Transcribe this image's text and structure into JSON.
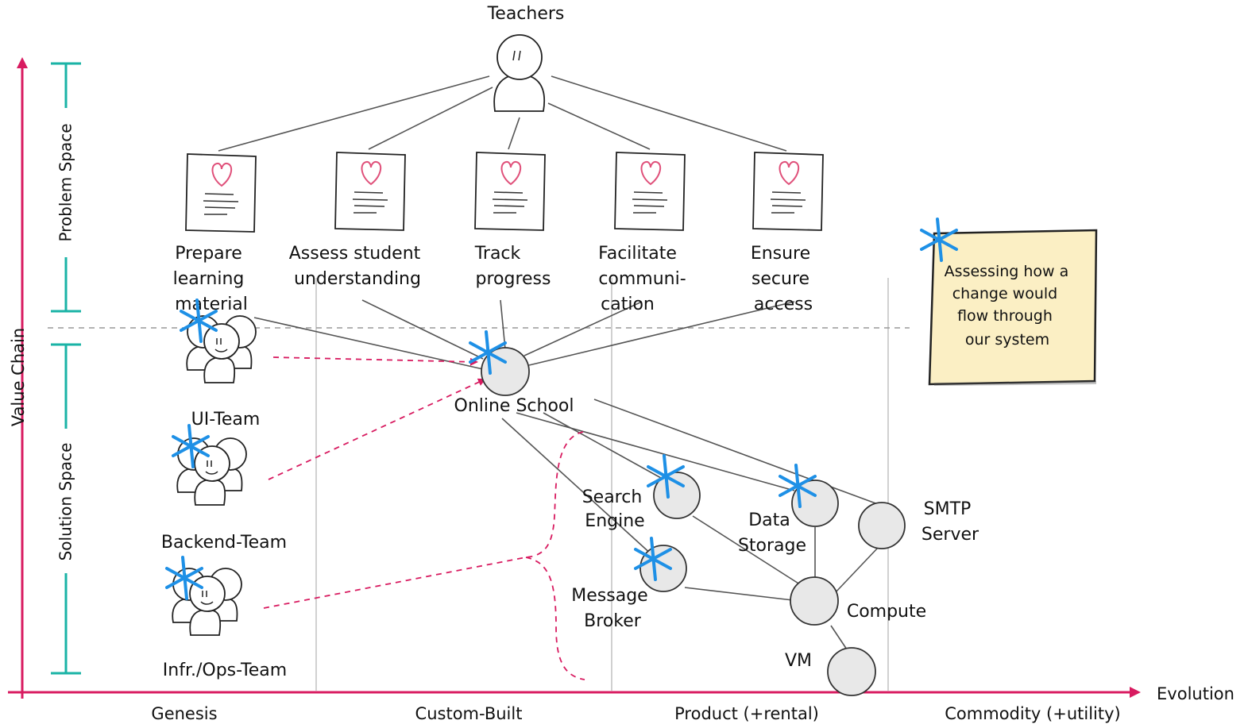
{
  "user": {
    "name": "Teachers",
    "icon": "person-icon"
  },
  "needs": [
    {
      "lines": [
        "Prepare",
        "learning",
        "material"
      ]
    },
    {
      "lines": [
        "Assess student",
        "understanding"
      ]
    },
    {
      "lines": [
        "Track",
        "progress"
      ]
    },
    {
      "lines": [
        "Facilitate",
        "communi-",
        "cation"
      ]
    },
    {
      "lines": [
        "Ensure",
        "secure",
        "access"
      ]
    }
  ],
  "teams": [
    {
      "name": "UI-Team"
    },
    {
      "name": "Backend-Team"
    },
    {
      "name": "Infr./Ops-Team"
    }
  ],
  "components": {
    "online_school": "Online School",
    "search_engine": [
      "Search",
      "Engine"
    ],
    "data_storage": [
      "Data",
      "Storage"
    ],
    "smtp_server": [
      "SMTP",
      "Server"
    ],
    "message_broker": [
      "Message",
      "Broker"
    ],
    "compute": "Compute",
    "vm": "VM"
  },
  "axes": {
    "y_label": "Value Chain",
    "x_label": "Evolution",
    "problem_space": "Problem Space",
    "solution_space": "Solution Space",
    "stages": [
      "Genesis",
      "Custom-Built",
      "Product (+rental)",
      "Commodity (+utility)"
    ]
  },
  "note": {
    "lines": [
      "Assessing how a",
      "change would",
      "flow through",
      "our system"
    ]
  },
  "colors": {
    "axis": "#d81b60",
    "bracket": "#1ab3a6",
    "marker": "#1e90e6",
    "note": "#fbefc4",
    "heart": "#e0507a"
  }
}
